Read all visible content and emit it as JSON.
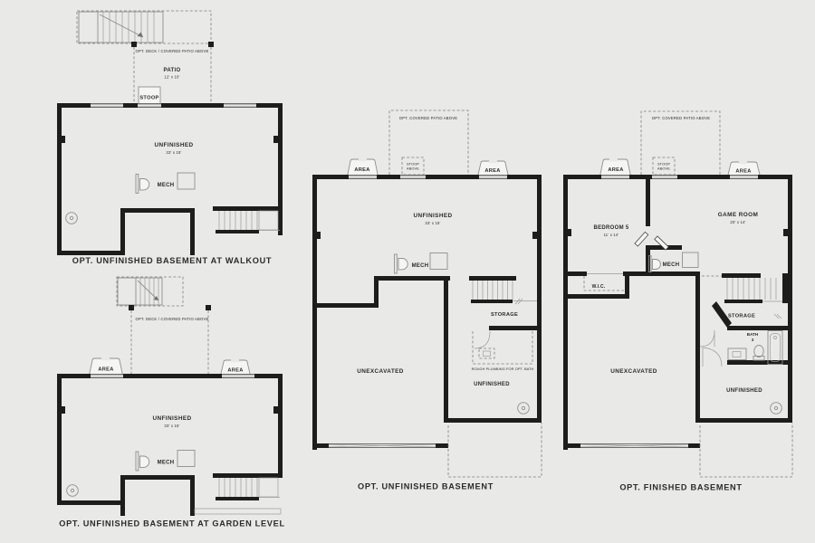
{
  "colors": {
    "background": "#e9e9e8",
    "wall": "#1d1d1b",
    "thin_line": "#8f8f8d",
    "text": "#2b2b29"
  },
  "plans": {
    "walkout": {
      "caption": "OPT. UNFINISHED BASEMENT AT WALKOUT",
      "deck_label": "OPT. DECK / COVERED PATIO ABOVE",
      "patio_label": "PATIO",
      "patio_dims": "12' x 10'",
      "stoop_label": "STOOP",
      "room_label": "UNFINISHED",
      "room_dims": "33' x 15'",
      "mech_label": "MECH"
    },
    "garden": {
      "caption": "OPT. UNFINISHED BASEMENT AT GARDEN LEVEL",
      "deck_label": "OPT. DECK / COVERED PATIO ABOVE",
      "area_left": "AREA",
      "area_right": "AREA",
      "room_label": "UNFINISHED",
      "room_dims": "33' x 15'",
      "mech_label": "MECH"
    },
    "unfinished": {
      "caption": "OPT. UNFINISHED BASEMENT",
      "patio_label": "OPT. COVERED PATIO ABOVE",
      "stoop_line1": "STOOP",
      "stoop_line2": "ABOVE",
      "area_left": "AREA",
      "area_right": "AREA",
      "room_label": "UNFINISHED",
      "room_dims": "33' x 15'",
      "mech_label": "MECH",
      "storage_label": "STORAGE",
      "unexcavated_label": "UNEXCAVATED",
      "plumbing_label": "ROUGH PLUMBING FOR OPT. BATH",
      "lower_room_label": "UNFINISHED"
    },
    "finished": {
      "caption": "OPT. FINISHED BASEMENT",
      "patio_label": "OPT. COVERED PATIO ABOVE",
      "stoop_line1": "STOOP",
      "stoop_line2": "ABOVE",
      "area_left": "AREA",
      "area_right": "AREA",
      "bedroom_label": "BEDROOM 5",
      "bedroom_dims": "11' x 14'",
      "gameroom_label": "GAME ROOM",
      "gameroom_dims": "20' x 14'",
      "mech_label": "MECH",
      "wic_label": "W.I.C.",
      "storage_label": "STORAGE",
      "bath_line1": "BATH",
      "bath_line2": "3",
      "unexcavated_label": "UNEXCAVATED",
      "lower_room_label": "UNFINISHED"
    }
  }
}
